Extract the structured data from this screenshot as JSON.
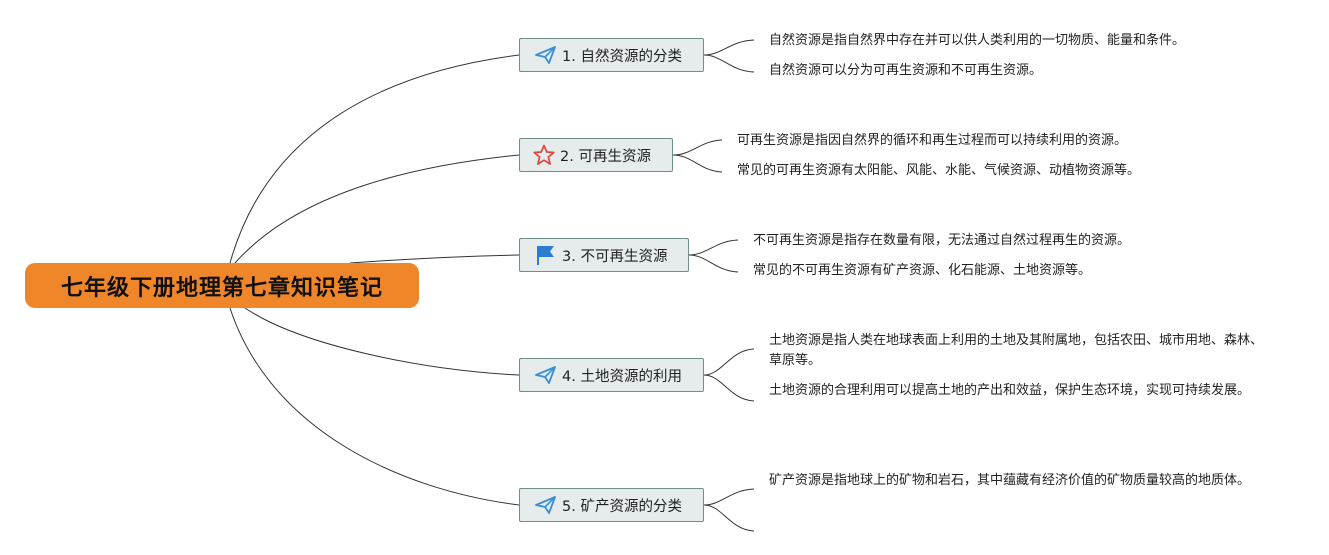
{
  "root": {
    "title": "七年级下册地理第七章知识笔记"
  },
  "topics": [
    {
      "label": "1. 自然资源的分类",
      "icon": "paper-plane-icon",
      "notes": [
        "自然资源是指自然界中存在并可以供人类利用的一切物质、能量和条件。",
        "自然资源可以分为可再生资源和不可再生资源。"
      ]
    },
    {
      "label": "2. 可再生资源",
      "icon": "star-icon",
      "notes": [
        "可再生资源是指因自然界的循环和再生过程而可以持续利用的资源。",
        "常见的可再生资源有太阳能、风能、水能、气候资源、动植物资源等。"
      ]
    },
    {
      "label": "3. 不可再生资源",
      "icon": "flag-icon",
      "notes": [
        "不可再生资源是指存在数量有限，无法通过自然过程再生的资源。",
        "常见的不可再生资源有矿产资源、化石能源、土地资源等。"
      ]
    },
    {
      "label": "4. 土地资源的利用",
      "icon": "paper-plane-icon",
      "notes": [
        "土地资源是指人类在地球表面上利用的土地及其附属地，包括农田、城市用地、森林、草原等。",
        "土地资源的合理利用可以提高土地的产出和效益，保护生态环境，实现可持续发展。"
      ]
    },
    {
      "label": "5. 矿产资源的分类",
      "icon": "paper-plane-icon",
      "notes": [
        "矿产资源是指地球上的矿物和岩石，其中蕴藏有经济价值的矿物质量较高的地质体。"
      ]
    }
  ],
  "colors": {
    "root": "#f0862a",
    "topic_fill": "#e6ebeb",
    "topic_border": "#6f8f8a",
    "plane": "#3a8fd6",
    "star": "#e0463c",
    "flag": "#2b7cd3",
    "line": "#333333"
  }
}
